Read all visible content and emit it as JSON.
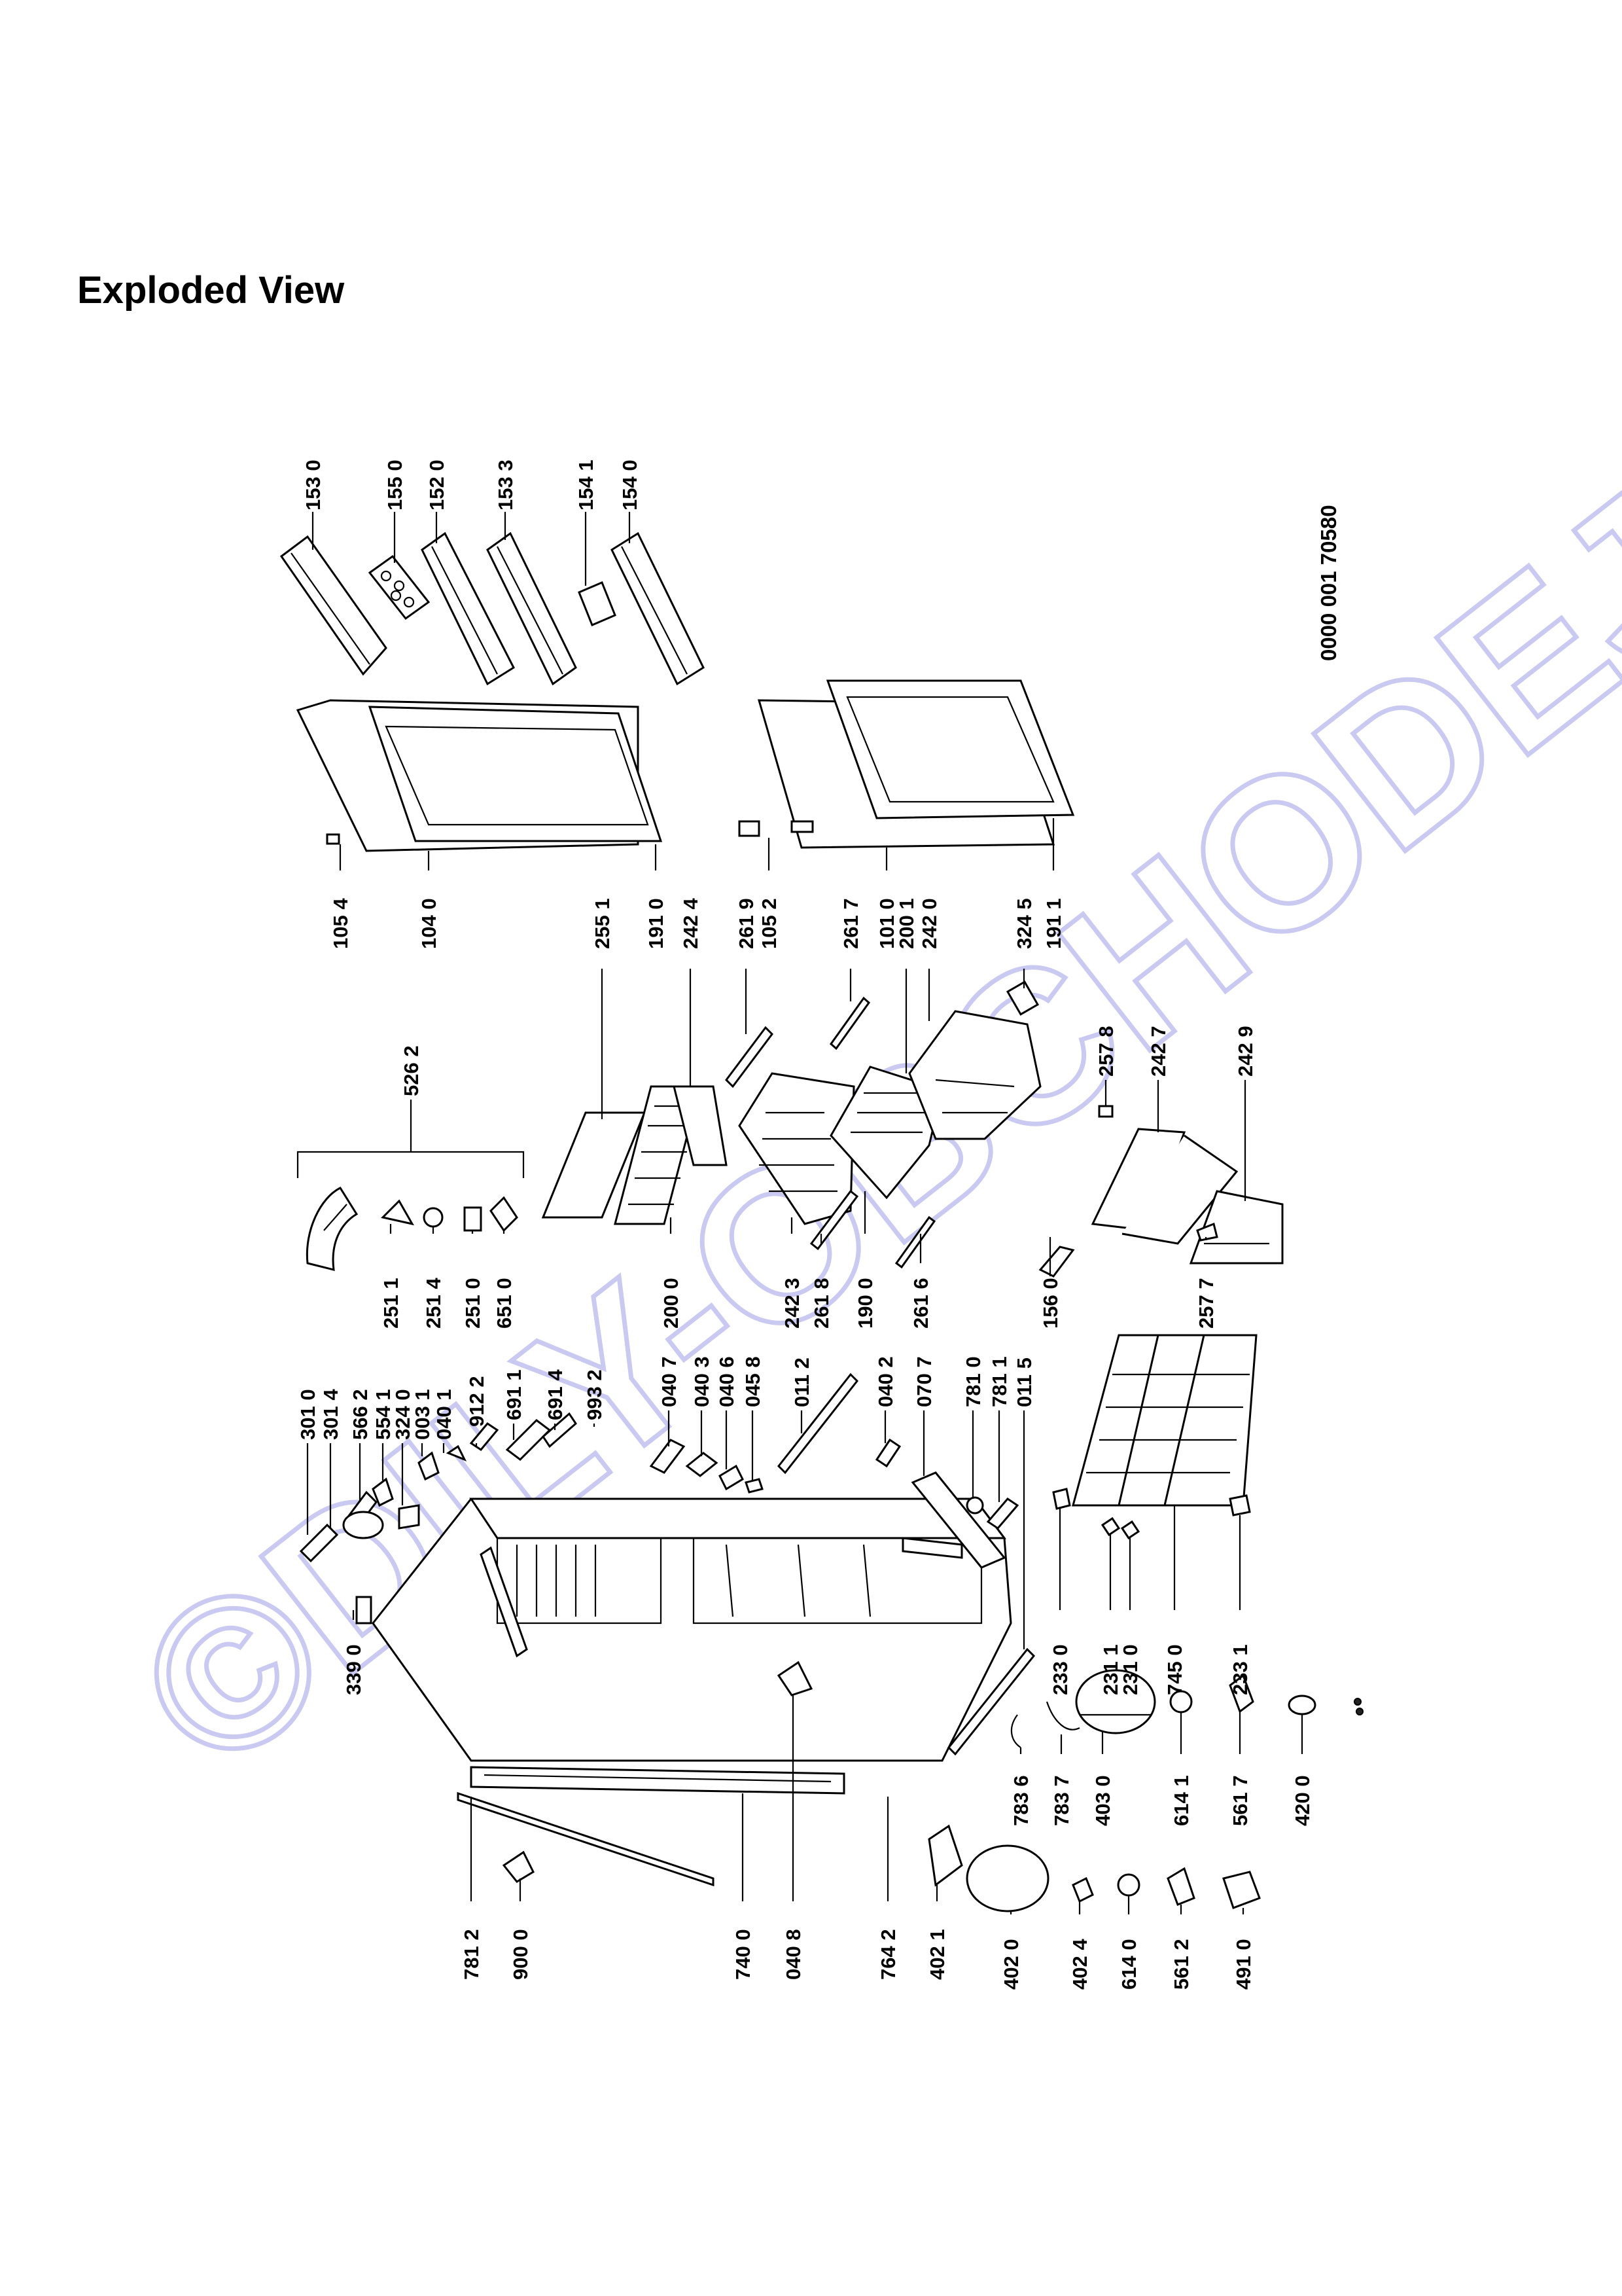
{
  "title": "Exploded View",
  "document_number": "0000 001 70580",
  "watermark": "©DILY-OBCHODEJ.cz",
  "parts": {
    "p1530": "153 0",
    "p1550": "155 0",
    "p1520": "152 0",
    "p1533": "153 3",
    "p1541": "154 1",
    "p1540": "154 0",
    "p1054": "105 4",
    "p1040": "104 0",
    "p1910": "191 0",
    "p2551": "255 1",
    "p2424": "242 4",
    "p2619": "261 9",
    "p1052": "105 2",
    "p2617": "261 7",
    "p1010": "101 0",
    "p2001": "200 1",
    "p2420": "242 0",
    "p3245": "324 5",
    "p1911": "191 1",
    "p5262": "526 2",
    "p2511": "251 1",
    "p2514": "251 4",
    "p2510": "251 0",
    "p6510": "651 0",
    "p2000": "200 0",
    "p2423": "242 3",
    "p2618": "261 8",
    "p1900": "190 0",
    "p2616": "261 6",
    "p2578": "257 8",
    "p2427": "242 7",
    "p2429": "242 9",
    "p1560": "156 0",
    "p2577": "257 7",
    "p3010": "301 0",
    "p3014": "301 4",
    "p5662": "566 2",
    "p5541": "554 1",
    "p3240": "324 0",
    "p0031": "003 1",
    "p0401": "040 1",
    "p9122": "912 2",
    "p6911": "691 1",
    "p6914": "691 4",
    "p9932": "993 2",
    "p0407": "040 7",
    "p0403": "040 3",
    "p0406": "040 6",
    "p0458": "045 8",
    "p0112": "011 2",
    "p0402": "040 2",
    "p0707": "070 7",
    "p7810": "781 0",
    "p7811": "781 1",
    "p0115": "011 5",
    "p3390": "339 0",
    "p2330": "233 0",
    "p2311": "231 1",
    "p2310": "231 0",
    "p7450": "745 0",
    "p2331": "233 1",
    "p7836": "783 6",
    "p7837": "783 7",
    "p4030": "403 0",
    "p6141": "614 1",
    "p5617": "561 7",
    "p4200": "420 0",
    "p7812": "781 2",
    "p9000": "900 0",
    "p7400": "740 0",
    "p0408": "040 8",
    "p7642": "764 2",
    "p4021": "402 1",
    "p4020": "402 0",
    "p4024": "402 4",
    "p6140": "614 0",
    "p5612": "561 2",
    "p4910": "491 0"
  }
}
